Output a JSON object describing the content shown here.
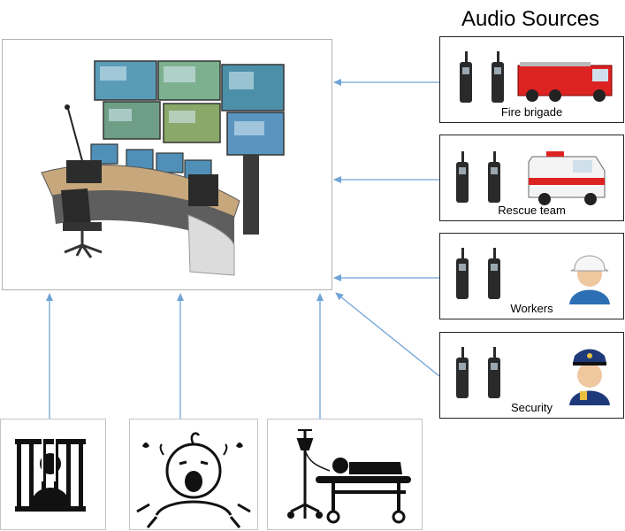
{
  "diagram": {
    "title": "Audio Sources",
    "sources": [
      {
        "label": "Fire brigade",
        "image": "fire-truck-icon"
      },
      {
        "label": "Rescue team",
        "image": "ambulance-icon"
      },
      {
        "label": "Workers",
        "image": "worker-hardhat-icon"
      },
      {
        "label": "Security",
        "image": "security-guard-icon"
      }
    ],
    "center_image": "control-room-console-icon",
    "bottom_images": [
      "prisoner-icon",
      "crying-baby-icon",
      "hospital-patient-icon"
    ],
    "colors": {
      "arrow": "#6fa3d6",
      "box_border": "#222222"
    }
  }
}
